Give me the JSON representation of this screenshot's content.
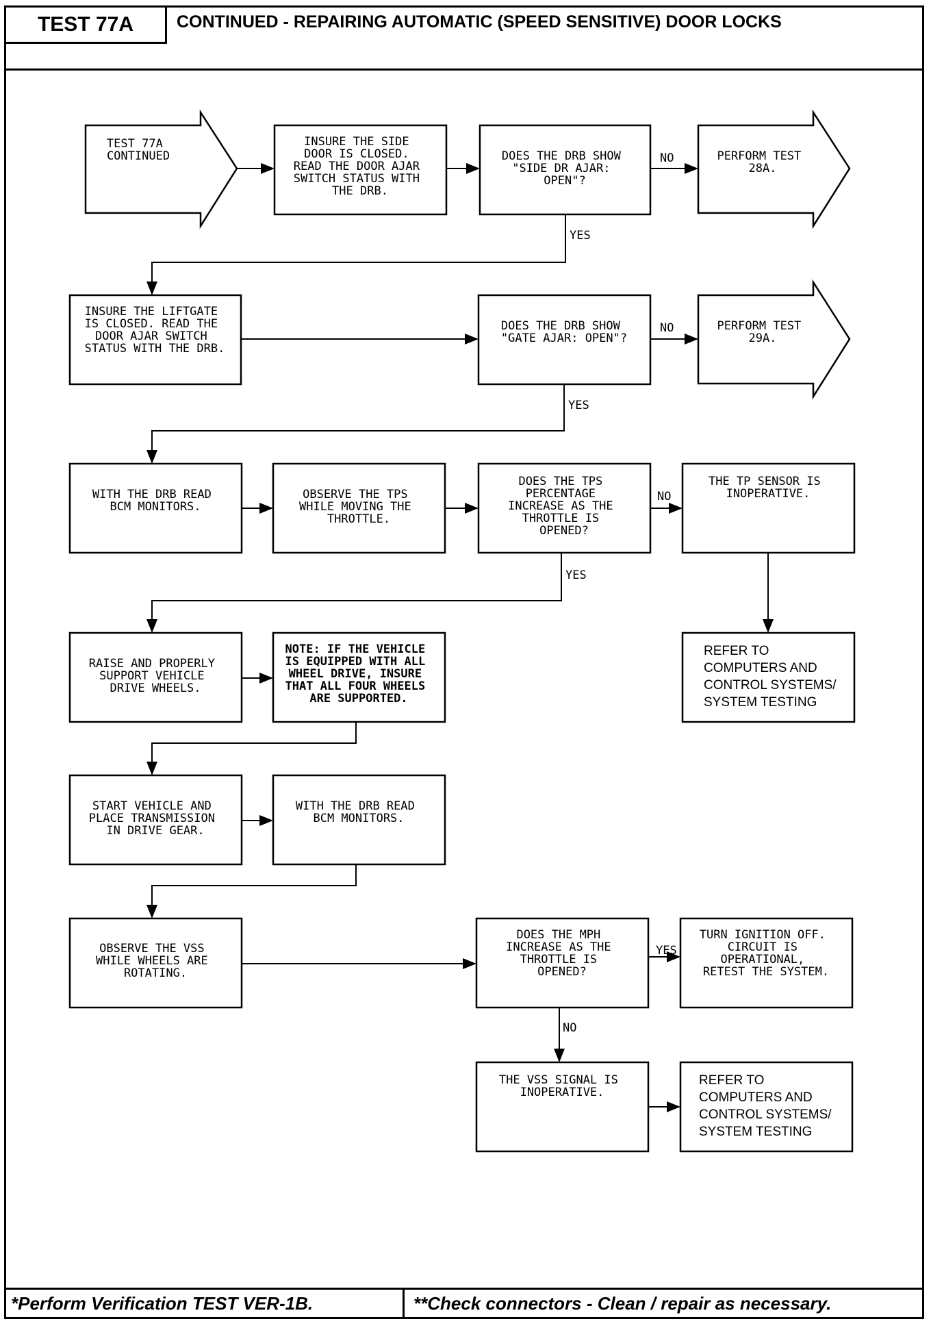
{
  "header": {
    "test_label": "TEST 77A",
    "title": "CONTINUED - REPAIRING AUTOMATIC (SPEED SENSITIVE) DOOR LOCKS"
  },
  "footer": {
    "left": "*Perform Verification TEST VER-1B.",
    "right": "**Check connectors - Clean / repair as necessary."
  },
  "flowchart": {
    "start": [
      "TEST 77A",
      "CONTINUED"
    ],
    "insure_side_door": [
      "INSURE THE SIDE",
      "DOOR IS CLOSED.",
      "READ THE DOOR AJAR",
      "SWITCH STATUS WITH",
      "THE DRB."
    ],
    "q_side_ajar": [
      "DOES THE DRB SHOW",
      "\"SIDE DR AJAR:",
      "OPEN\"?"
    ],
    "perform_28a": [
      "PERFORM TEST",
      "28A."
    ],
    "insure_liftgate": [
      "INSURE THE LIFTGATE",
      "IS CLOSED. READ THE",
      "DOOR AJAR SWITCH",
      "STATUS WITH THE DRB."
    ],
    "q_gate_ajar": [
      "DOES THE DRB SHOW",
      "\"GATE AJAR: OPEN\"?"
    ],
    "perform_29a": [
      "PERFORM TEST",
      "29A."
    ],
    "drb_read_bcm_1": [
      "WITH THE DRB READ",
      "BCM MONITORS."
    ],
    "observe_tps": [
      "OBSERVE THE TPS",
      "WHILE MOVING THE",
      "THROTTLE."
    ],
    "q_tps": [
      "DOES THE TPS",
      "PERCENTAGE",
      "INCREASE AS THE",
      "THROTTLE IS",
      "OPENED?"
    ],
    "tp_inoperative": [
      "THE TP SENSOR IS",
      "INOPERATIVE."
    ],
    "refer_1": [
      "REFER TO",
      "COMPUTERS AND",
      "CONTROL SYSTEMS/",
      "SYSTEM TESTING"
    ],
    "raise_support": [
      "RAISE AND PROPERLY",
      "SUPPORT VEHICLE",
      "DRIVE WHEELS."
    ],
    "note_awd": [
      "NOTE: IF THE VEHICLE",
      "IS EQUIPPED WITH ALL",
      "WHEEL DRIVE, INSURE",
      "THAT ALL FOUR WHEELS",
      "ARE SUPPORTED."
    ],
    "start_vehicle": [
      "START VEHICLE AND",
      "PLACE TRANSMISSION",
      "IN DRIVE GEAR."
    ],
    "drb_read_bcm_2": [
      "WITH THE DRB READ",
      "BCM MONITORS."
    ],
    "observe_vss": [
      "OBSERVE THE VSS",
      "WHILE WHEELS ARE",
      "ROTATING."
    ],
    "q_mph": [
      "DOES THE MPH",
      "INCREASE AS THE",
      "THROTTLE IS",
      "OPENED?"
    ],
    "ignition_off": [
      "TURN IGNITION OFF.",
      "CIRCUIT IS",
      "OPERATIONAL,",
      "RETEST THE SYSTEM."
    ],
    "vss_inoperative": [
      "THE VSS SIGNAL IS",
      "INOPERATIVE."
    ],
    "refer_2": [
      "REFER TO",
      "COMPUTERS AND",
      "CONTROL SYSTEMS/",
      "SYSTEM TESTING"
    ],
    "labels": {
      "no": "NO",
      "yes": "YES"
    }
  }
}
